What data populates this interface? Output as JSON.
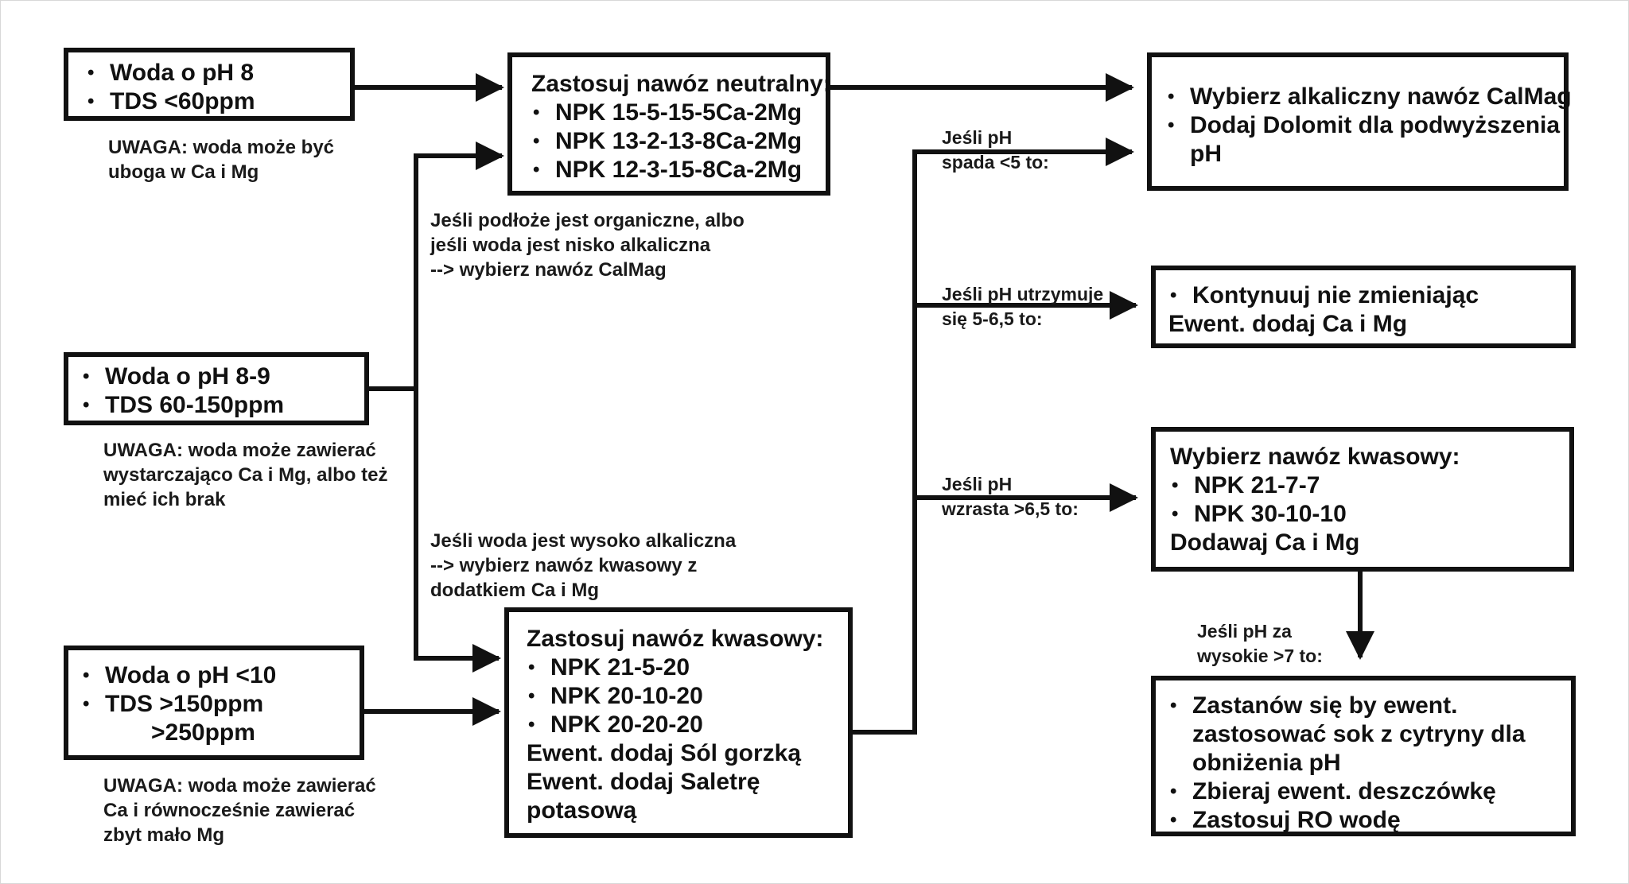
{
  "sources": [
    {
      "bullets": [
        "Woda o pH 8",
        "TDS <60ppm"
      ],
      "note": [
        "UWAGA: woda może być",
        "uboga w Ca i Mg"
      ]
    },
    {
      "bullets": [
        "Woda o pH 8-9",
        "TDS 60-150ppm"
      ],
      "note": [
        "UWAGA: woda może zawierać",
        "wystarczająco Ca i Mg, albo też",
        "mieć ich brak"
      ]
    },
    {
      "bullets": [
        "Woda o pH <10",
        "TDS >150ppm"
      ],
      "extra": ">250ppm",
      "note": [
        "UWAGA: woda może zawierać",
        "Ca i równocześnie zawierać",
        "zbyt mało Mg"
      ]
    }
  ],
  "neutral": {
    "title": "Zastosuj nawóz neutralny:",
    "bullets": [
      "NPK 15-5-15-5Ca-2Mg",
      "NPK 13-2-13-8Ca-2Mg",
      "NPK 12-3-15-8Ca-2Mg"
    ]
  },
  "acid": {
    "title": "Zastosuj nawóz kwasowy:",
    "bullets": [
      "NPK 21-5-20",
      "NPK 20-10-20",
      "NPK 20-20-20"
    ],
    "lines": [
      "Ewent. dodaj Sól gorzką",
      "Ewent. dodaj Saletrę",
      "potasową"
    ]
  },
  "mid_labels": {
    "organic": [
      "Jeśli podłoże jest organiczne, albo",
      "jeśli woda jest nisko alkaliczna",
      "--> wybierz nawóz CalMag"
    ],
    "alkaline": [
      "Jeśli woda jest wysoko alkaliczna",
      "--> wybierz nawóz kwasowy z",
      "dodatkiem Ca i Mg"
    ]
  },
  "branch_labels": {
    "drop": [
      "Jeśli pH",
      "spada <5 to:"
    ],
    "hold": [
      "Jeśli pH utrzymuje",
      "się 5-6,5 to:"
    ],
    "rise": [
      "Jeśli pH",
      "wzrasta >6,5 to:"
    ],
    "too_high": [
      "Jeśli pH za",
      "wysokie >7 to:"
    ]
  },
  "results": {
    "calmag": {
      "bullets": [
        "Wybierz alkaliczny nawóz CalMag",
        "Dodaj Dolomit dla podwyższenia"
      ],
      "cont": "pH"
    },
    "continue": {
      "bullets": [
        "Kontynuuj nie zmieniając"
      ],
      "line": "Ewent. dodaj Ca i Mg"
    },
    "acid_choice": {
      "title": "Wybierz nawóz kwasowy:",
      "bullets": [
        "NPK 21-7-7",
        "NPK 30-10-10"
      ],
      "line": "Dodawaj Ca i Mg"
    },
    "lemon": {
      "b1": "Zastanów się by ewent.",
      "b1_cont": [
        "zastosować sok z cytryny dla",
        "obniżenia pH"
      ],
      "b2": "Zbieraj ewent. deszczówkę",
      "b3": "Zastosuj RO wodę"
    }
  }
}
